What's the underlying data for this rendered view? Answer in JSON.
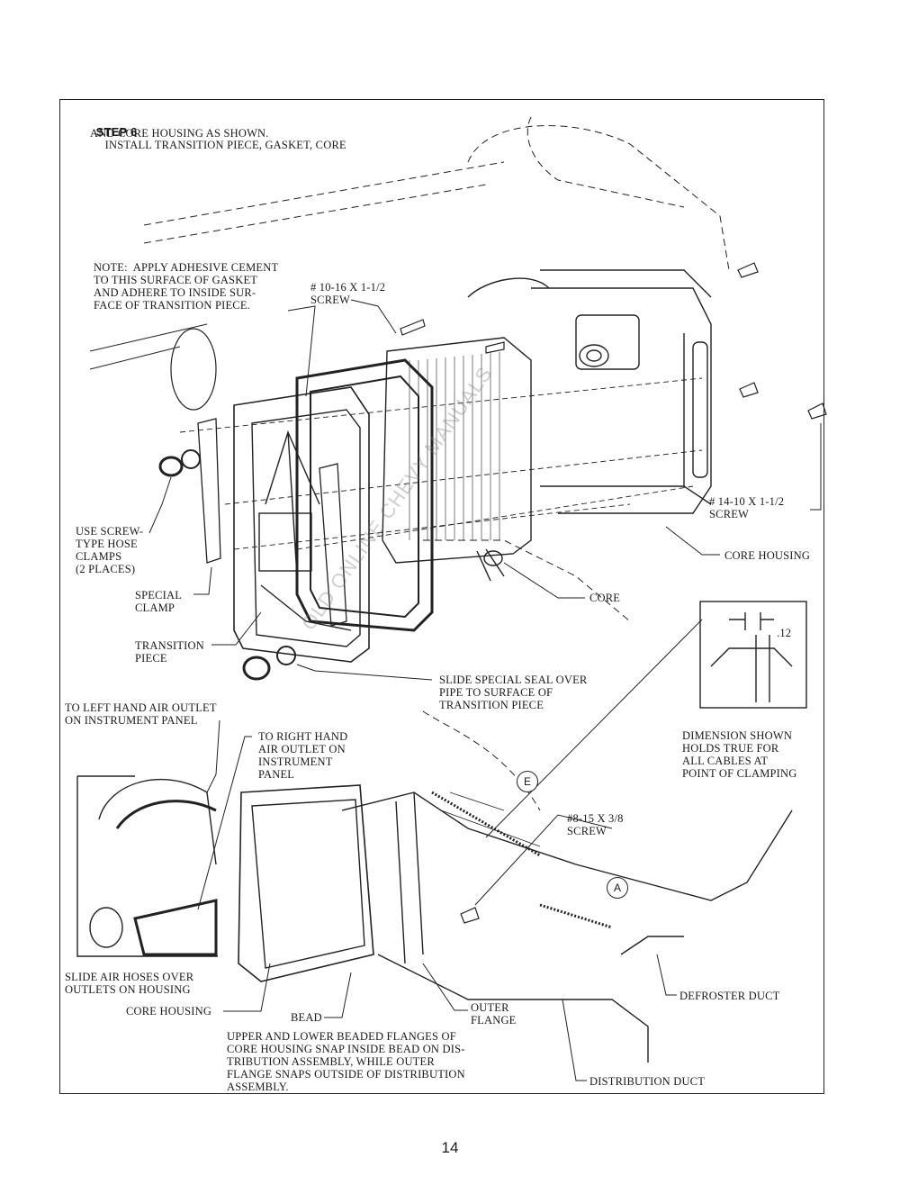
{
  "step": {
    "number": "STEP 6",
    "instruction_line1": "INSTALL TRANSITION PIECE, GASKET, CORE",
    "instruction_line2": "AND CORE HOUSING AS SHOWN."
  },
  "labels": {
    "note": "NOTE:  APPLY ADHESIVE CEMENT\nTO THIS SURFACE OF GASKET\nAND ADHERE TO INSIDE SUR-\nFACE OF TRANSITION PIECE.",
    "screw_top": "# 10-16 X 1-1/2\nSCREW",
    "hose_clamps": "USE SCREW-\nTYPE HOSE\nCLAMPS\n(2 PLACES)",
    "special_clamp": "SPECIAL\nCLAMP",
    "transition_piece": "TRANSITION\nPIECE",
    "slide_seal": "SLIDE SPECIAL SEAL OVER\nPIPE TO SURFACE OF\nTRANSITION PIECE",
    "core": "CORE",
    "core_housing_top": "CORE HOUSING",
    "screw_right": "# 14-10 X 1-1/2\nSCREW",
    "dimension_value": ".12",
    "dimension_note": "DIMENSION SHOWN\nHOLDS TRUE FOR\nALL CABLES AT\nPOINT OF CLAMPING",
    "left_outlet": "TO LEFT HAND AIR OUTLET\nON INSTRUMENT PANEL",
    "right_outlet": "TO RIGHT HAND\nAIR OUTLET ON\nINSTRUMENT\nPANEL",
    "screw_small": "#8-15 X 3/8\nSCREW",
    "callout_e": "E",
    "callout_a": "A",
    "slide_hoses": "SLIDE AIR HOSES OVER\nOUTLETS ON HOUSING",
    "core_housing_bottom": "CORE HOUSING",
    "bead": "BEAD",
    "outer_flange": "OUTER\nFLANGE",
    "defroster_duct": "DEFROSTER DUCT",
    "distribution_duct": "DISTRIBUTION DUCT",
    "flange_note": "UPPER AND LOWER BEADED FLANGES OF\nCORE HOUSING SNAP INSIDE BEAD ON DIS-\nTRIBUTION ASSEMBLY, WHILE OUTER\nFLANGE SNAPS OUTSIDE OF DISTRIBUTION\nASSEMBLY."
  },
  "watermark": "OLD ONLINE CHEVY MANUALS",
  "page_number": "14",
  "colors": {
    "ink": "#1a1a1a",
    "paper": "#ffffff"
  }
}
